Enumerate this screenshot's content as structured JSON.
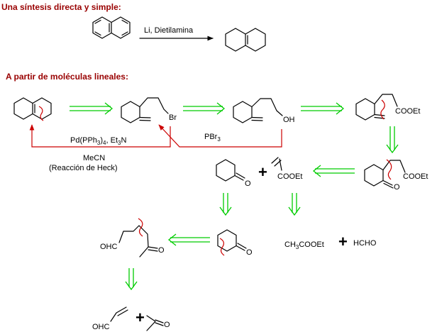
{
  "headings": {
    "direct": "Una síntesis directa y simple:",
    "linear": "A partir de moléculas lineales:"
  },
  "reagents": {
    "li": "Li, Dietilamina",
    "pbr3_main": "PBr",
    "pbr3_sub": "3",
    "heck_pd": "Pd(PPh",
    "heck_pd_sub": "3",
    "heck_close": ")",
    "heck_pd_sub2": "4",
    "heck_et": ", Et",
    "heck_et_sub": "3",
    "heck_n": "N",
    "mecn": "MeCN",
    "heck_name": "(Reacción de Heck)"
  },
  "labels": {
    "br": "Br",
    "oh": "OH",
    "cooet_ester": "COOEt",
    "cooet_ketoester": "COOEt",
    "cooet_acrylate": "COOEt",
    "o_ketoester": "O",
    "o_cyclohexanone": "O",
    "o_enone": "O",
    "o_aldehyde_ketone": "O",
    "ohc_aldehyde": "OHC",
    "o_acetone": "O",
    "ohc_acrolein": "OHC",
    "ch3_main": "CH",
    "ch3_sub": "3",
    "ch3_rest": "COOEt",
    "hcho": "HCHO"
  },
  "plus_sign": "+",
  "colors": {
    "heading": "#990000",
    "reagent_blue": "#0000cc",
    "retro_arrow": "#00cc00",
    "disconnection": "#cc0000"
  }
}
